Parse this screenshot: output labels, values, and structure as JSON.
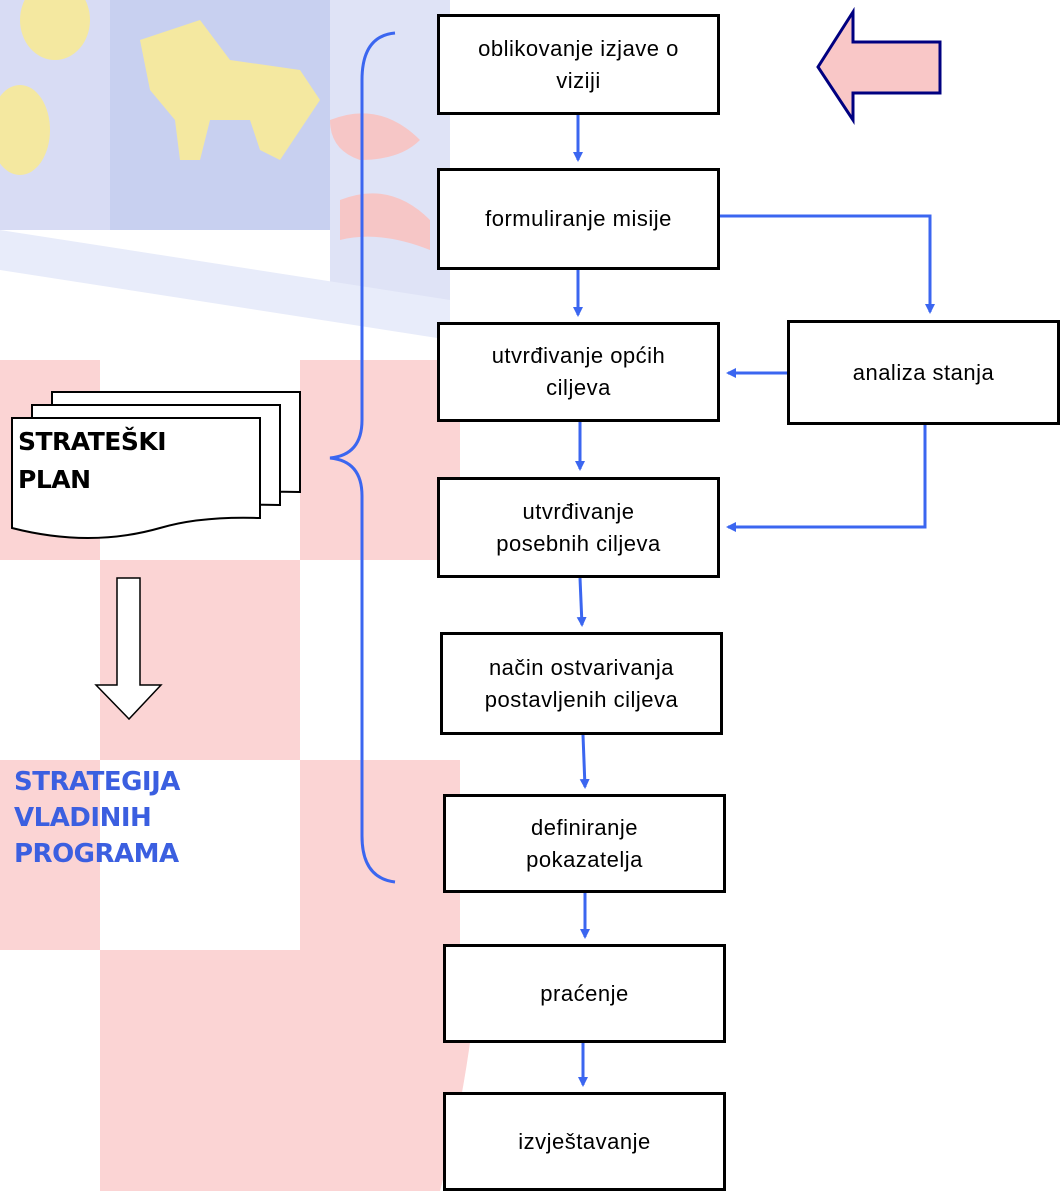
{
  "colors": {
    "connector": "#3b66f0",
    "box_border": "#000000",
    "box_fill": "#ffffff",
    "arrow_fill": "#f9c7c7",
    "arrow_border": "#000080",
    "strategy_text": "#3b5fe0",
    "bg_red": "#fbd4d4",
    "bg_blue": "#d8dcf4",
    "bg_gold": "#f4e8a0"
  },
  "flow": {
    "vizija": "oblikovanje izjave o\nviziji",
    "misija": "formuliranje misije",
    "opci_ciljevi": "utvrđivanje općih\nciljeva",
    "posebni_ciljevi": "utvrđivanje\nposebnih ciljeva",
    "nacin": "način ostvarivanja\npostavljenih ciljeva",
    "pokazatelji": "definiranje\npokazatelja",
    "pracenje": "praćenje",
    "izvjestavanje": "izvještavanje"
  },
  "side": {
    "analiza": "analiza stanja"
  },
  "document": {
    "label": "STRATEŠKI\nPLAN"
  },
  "strategy": {
    "label": "STRATEGIJA\nVLADINIH\nPROGRAMA"
  }
}
